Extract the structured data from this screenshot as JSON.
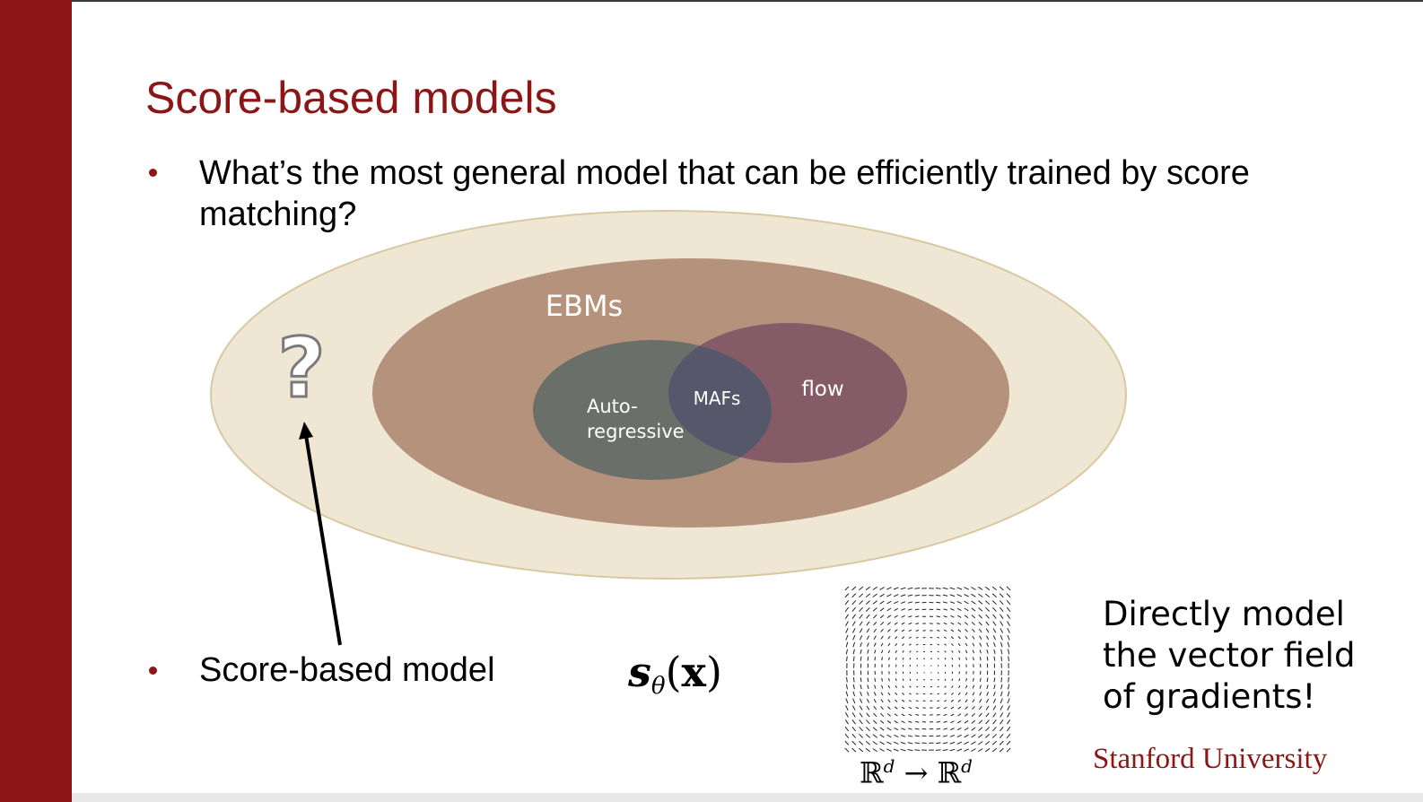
{
  "slide": {
    "title": "Score-based models",
    "bullets": [
      {
        "line1": "What’s the most general model that can be efficiently trained by score",
        "line2": "matching?"
      },
      {
        "line1": "Score-based model"
      }
    ]
  },
  "diagram": {
    "outer_label": "?",
    "ebm_label": "EBMs",
    "autoregressive_label_1": "Auto-",
    "autoregressive_label_2": "regressive",
    "mafs_label": "MAFs",
    "flow_label": "flow"
  },
  "math": {
    "score_symbol": "s",
    "score_subscript": "θ",
    "score_arg_open": "(",
    "score_arg": "x",
    "score_arg_close": ")",
    "mapping_domain": "ℝ",
    "mapping_sup": "d",
    "mapping_arrow": "→",
    "mapping_codomain": "ℝ",
    "mapping_sup2": "d"
  },
  "side_note": {
    "line1": "Directly model",
    "line2": "the vector field",
    "line3": "of gradients!"
  },
  "footer": {
    "institution": "Stanford University"
  },
  "colors": {
    "stanford_red": "#8c1515",
    "outer_ellipse": "#efe6d3",
    "ebm_ellipse": "#b5927b",
    "autoregressive_ellipse": "#6a7069",
    "flow_ellipse": "#845b66",
    "overlap": "#56576a"
  },
  "icons": {
    "vector_field": "vector-field-icon",
    "arrow": "pointer-arrow"
  }
}
